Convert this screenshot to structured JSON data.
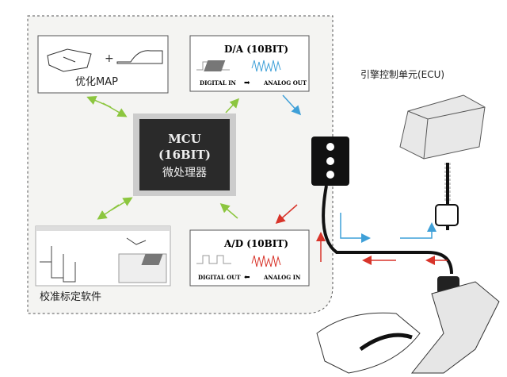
{
  "map_box": {
    "label": "优化MAP",
    "plus": "+"
  },
  "da_box": {
    "title": "D/A (10BIT)",
    "left": "DIGITAL IN",
    "right": "ANALOG OUT"
  },
  "ad_box": {
    "title": "A/D (10BIT)",
    "left": "DIGITAL OUT",
    "right": "ANALOG IN"
  },
  "mcu": {
    "line1": "MCU",
    "line2": "(16BIT)",
    "line3": "微处理器"
  },
  "calibration": {
    "label": "校准标定软件"
  },
  "ecu": {
    "label": "引擎控制单元(ECU)"
  },
  "colors": {
    "green": "#8cc63f",
    "blue": "#3fa0d8",
    "red": "#d8342a",
    "panel": "#f4f4f2"
  }
}
